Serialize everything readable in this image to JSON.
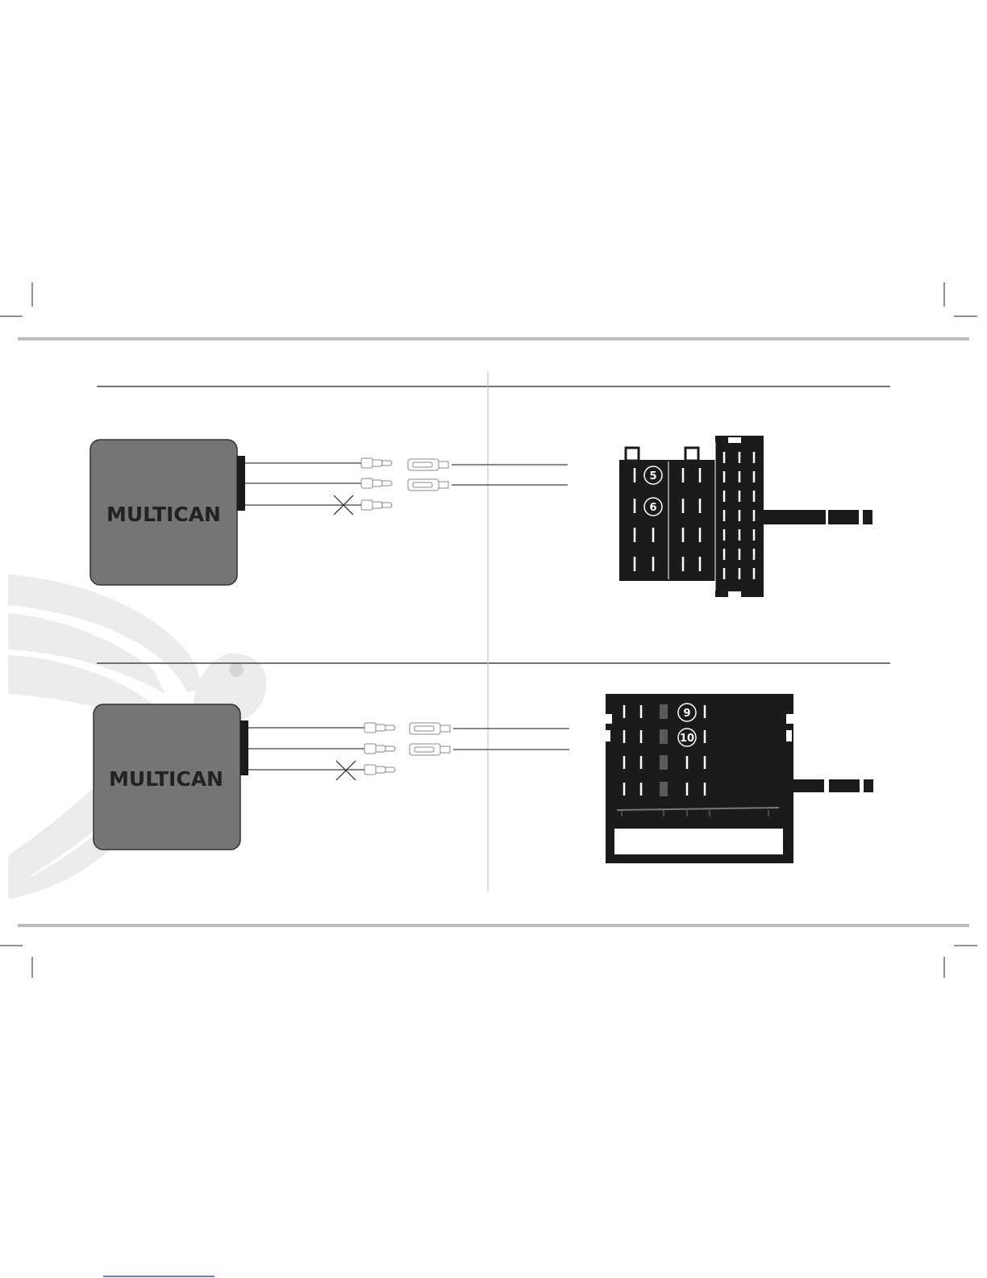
{
  "colors": {
    "module_fill": "#757575",
    "connector_fill": "#1b1b1b",
    "rule": "#444444",
    "page_bar": "#bdbdbd",
    "watermark": "#ececec"
  },
  "icons": {
    "watermark": "parrot-watermark-icon",
    "not_connected": "cross-mark-icon"
  },
  "top_diagram": {
    "module_label": "MULTICAN",
    "pin_labels": [
      "5",
      "6"
    ]
  },
  "bottom_diagram": {
    "module_label": "MULTICAN",
    "pin_labels": [
      "9",
      "10"
    ]
  }
}
